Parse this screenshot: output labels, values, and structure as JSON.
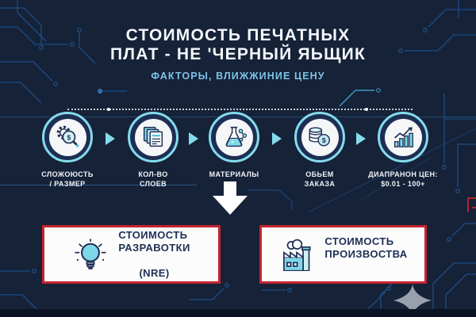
{
  "header": {
    "title_line1": "СТОИМОСТЬ ПЕЧАТНЫХ",
    "title_line2": "ПЛАТ - НЕ 'ЧЕРНЫЙ ЯЬЩИК",
    "subtitle": "ФАКТОРЫ, ВЛИЖЖИНИЕ ЦЕНУ"
  },
  "factors": [
    {
      "icon": "gear-magnifier-dollar-icon",
      "label": "СЛОЖОЮСТЬ\n/ РАЗМЕР"
    },
    {
      "icon": "stacked-layers-icon",
      "label": "КОЛ-ВО\nСЛОЕВ"
    },
    {
      "icon": "flask-molecule-icon",
      "label": "МАТЕРИАЛЫ"
    },
    {
      "icon": "coins-dollar-icon",
      "label": "ОБЬЕМ\nЗАКАЗА"
    },
    {
      "icon": "growth-chart-icon",
      "label": "ДИАПРАНОН ЦЕН:\n$0.01 - 100+"
    }
  ],
  "cost_boxes": [
    {
      "icon": "lightbulb-icon",
      "label": "СТОИМОСТЬ\nРАЗРАВОТКИ",
      "sublabel": "(NRE)"
    },
    {
      "icon": "factory-icon",
      "label": "СТОИМОСТЬ\nПРОИЗВОСТВА",
      "sublabel": ""
    }
  ],
  "icons": {
    "dollar_glyph": "$"
  },
  "colors": {
    "background": "#152238",
    "accent_red": "#c4242e",
    "accent_teal": "#85dbec",
    "icon_navy": "#203055",
    "subtitle_blue": "#7fc3e8",
    "trace_blue": "#1f4d85",
    "box_fill": "#fcfcfc",
    "sparkle_gray": "#98a1ab",
    "bottom_bar": "#0b1424"
  }
}
